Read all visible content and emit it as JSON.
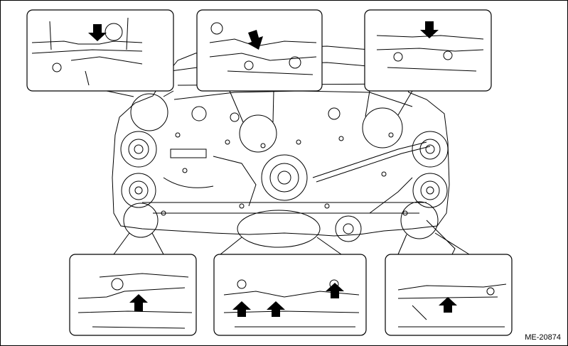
{
  "figure": {
    "reference_code": "ME-20874"
  },
  "callouts": [
    {
      "id": "top-left",
      "arrow_count": 1,
      "arrow_direction": "down"
    },
    {
      "id": "top-center",
      "arrow_count": 1,
      "arrow_direction": "down"
    },
    {
      "id": "top-right",
      "arrow_count": 1,
      "arrow_direction": "down"
    },
    {
      "id": "bottom-left",
      "arrow_count": 1,
      "arrow_direction": "up"
    },
    {
      "id": "bottom-center",
      "arrow_count": 3,
      "arrow_direction": "up"
    },
    {
      "id": "bottom-right",
      "arrow_count": 1,
      "arrow_direction": "up"
    }
  ],
  "colors": {
    "line": "#000000",
    "background": "#ffffff"
  }
}
